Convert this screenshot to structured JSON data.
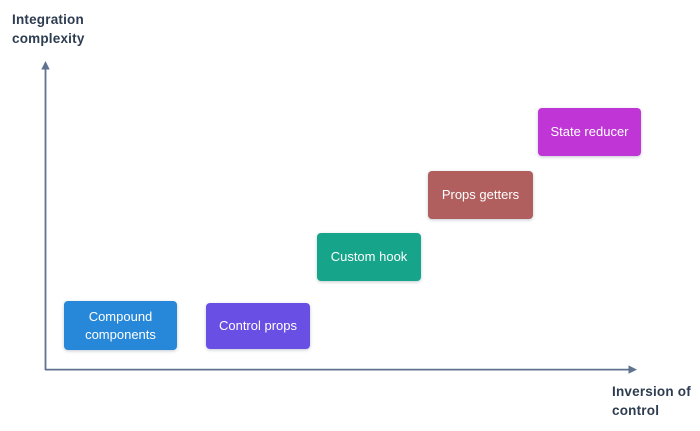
{
  "diagram": {
    "y_axis": {
      "label_lines": [
        "Integration",
        "complexity"
      ]
    },
    "x_axis": {
      "label_lines": [
        "Inversion of",
        "control"
      ]
    },
    "axis_color": "#5f7390",
    "axis_label_color": "#2d3c50",
    "box_text_color": "#ffffff",
    "boxes": [
      {
        "label": "Compound components",
        "color": "#2787d8"
      },
      {
        "label": "Control props",
        "color": "#6a4fe4"
      },
      {
        "label": "Custom hook",
        "color": "#16a48a"
      },
      {
        "label": "Props getters",
        "color": "#b05e5e"
      },
      {
        "label": "State reducer",
        "color": "#bf35d5"
      }
    ]
  }
}
